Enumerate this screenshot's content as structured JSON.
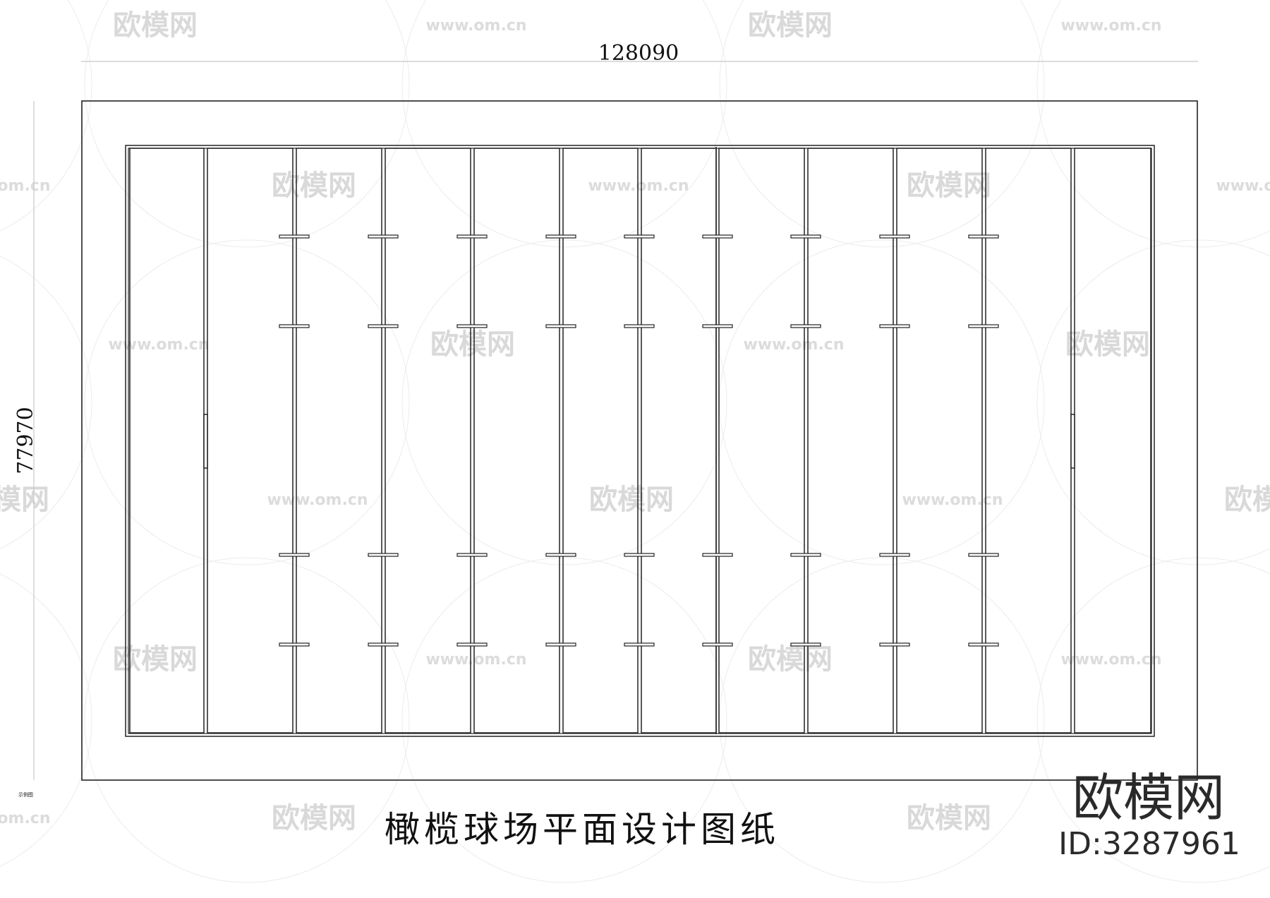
{
  "drawing": {
    "width_dimension": "128090",
    "height_dimension": "77970",
    "title": "橄榄球场平面设计图纸",
    "small_note": "示例图"
  },
  "brand": {
    "name": "欧模网",
    "id_label": "ID:3287961"
  },
  "watermark": {
    "text": "欧模网",
    "url": "www.om.cn"
  },
  "field": {
    "strip_count": 12,
    "marker_rows": 4
  }
}
